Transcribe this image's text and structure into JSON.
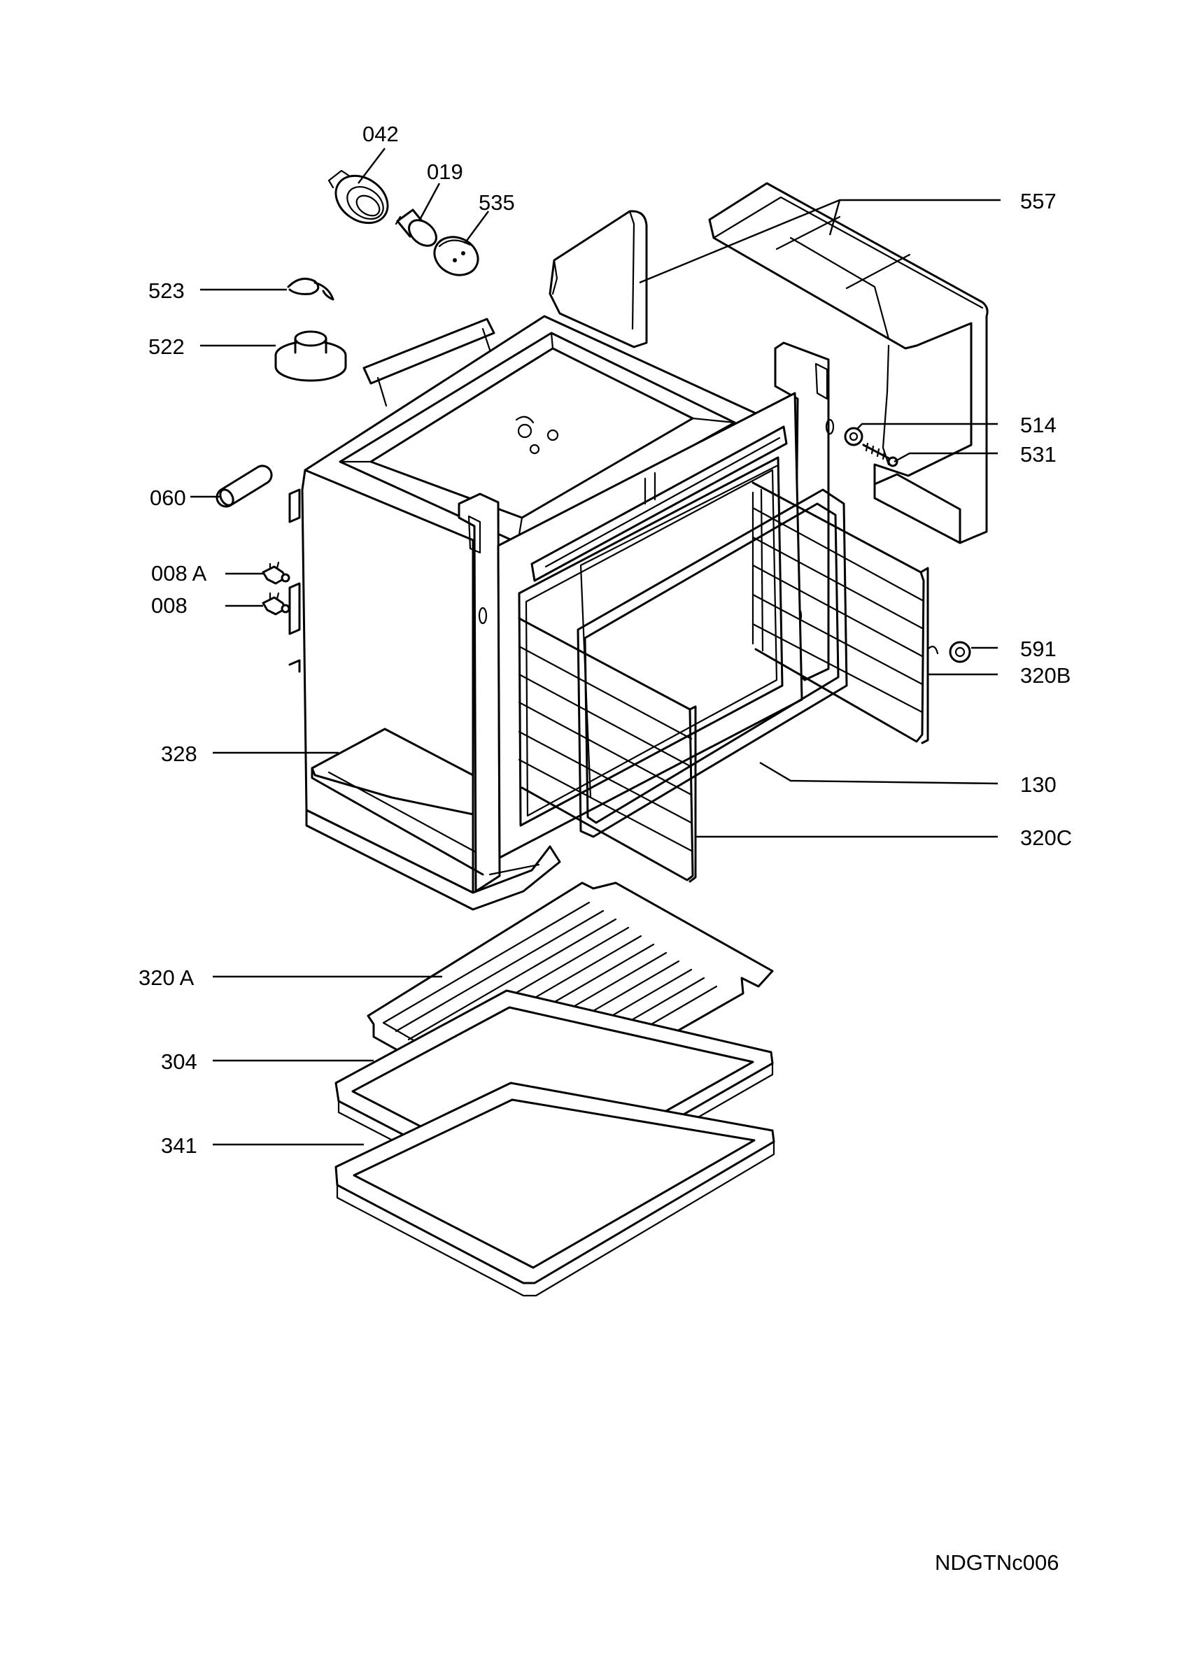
{
  "callouts": {
    "p042": "042",
    "p019": "019",
    "p535": "535",
    "p557": "557",
    "p523": "523",
    "p522": "522",
    "p514": "514",
    "p531": "531",
    "p060": "060",
    "p008a": "008 A",
    "p008": "008",
    "p591": "591",
    "p320b": "320B",
    "p328": "328",
    "p130": "130",
    "p320c": "320C",
    "p320a": "320 A",
    "p304": "304",
    "p341": "341"
  },
  "drawing_code": "NDGTNc006"
}
